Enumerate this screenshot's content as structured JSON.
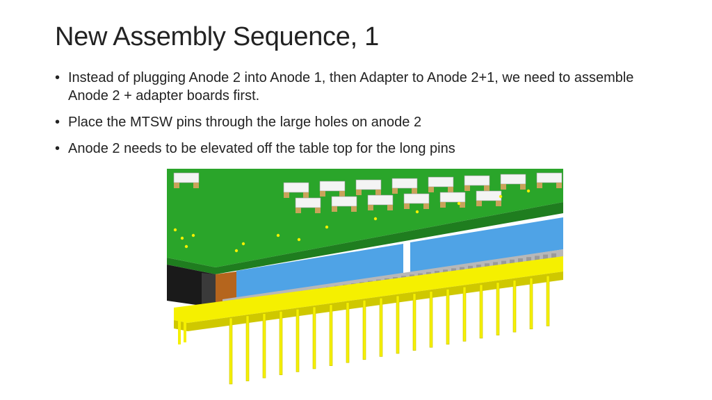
{
  "slide": {
    "title": "New Assembly Sequence, 1",
    "bullets": [
      "Instead of plugging Anode 2 into Anode 1, then Adapter to Anode 2+1, we need to assemble Anode 2 + adapter boards first.",
      "Place the MTSW pins through the large holes on anode 2",
      "Anode 2 needs to be elevated off the table top for the long pins"
    ],
    "bullet_glyph": "•"
  },
  "figure": {
    "description_icon": "pcb-render-image",
    "colors": {
      "board": "#2aa52a",
      "board_edge": "#1f7d1f",
      "header_blue": "#4fa3e6",
      "pins_yellow": "#f5f000",
      "connector_gray": "#b8b8b8",
      "component_white": "#f4f4f4",
      "component_tan": "#c9a35a"
    }
  }
}
